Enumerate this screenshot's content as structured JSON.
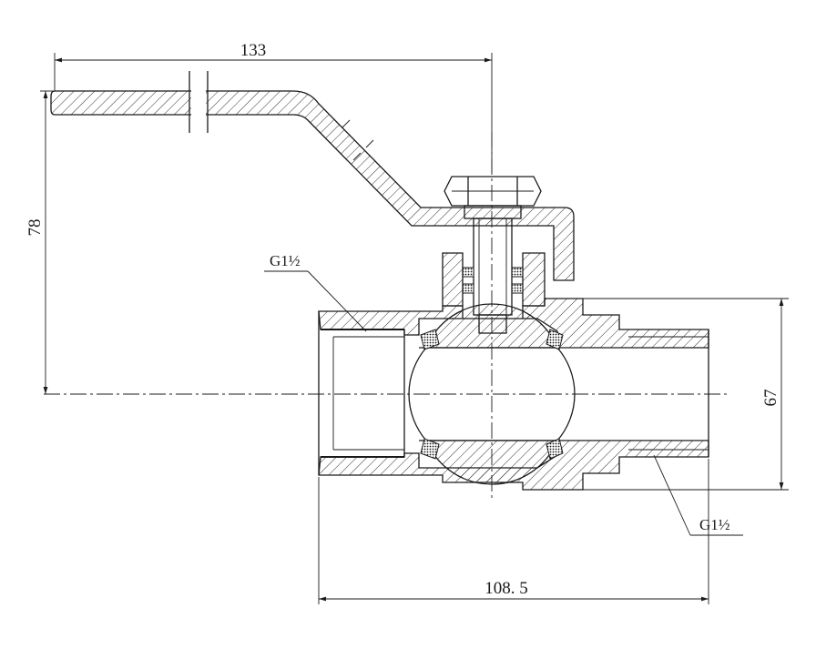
{
  "dimensions": {
    "handle_length": "133",
    "handle_height": "78",
    "body_height": "67",
    "overall_length": "108. 5"
  },
  "thread_labels": {
    "female_end": "G1½",
    "male_end": "G1½"
  }
}
